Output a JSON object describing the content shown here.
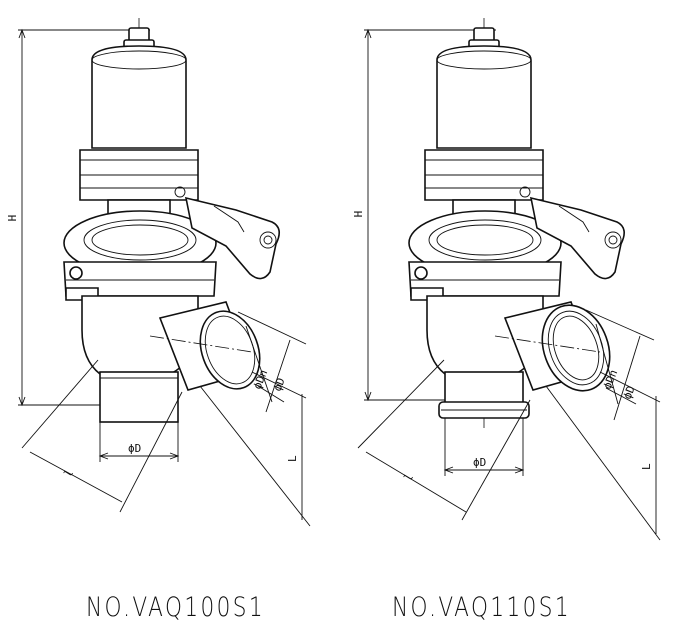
{
  "models": {
    "left": "NO.VAQ100S1",
    "right": "NO.VAQ110S1"
  },
  "dimensions": {
    "height": "H",
    "length_l": "l",
    "length_L": "L",
    "outer_diameter": "ϕD",
    "nominal_diameter": "ϕDn"
  }
}
